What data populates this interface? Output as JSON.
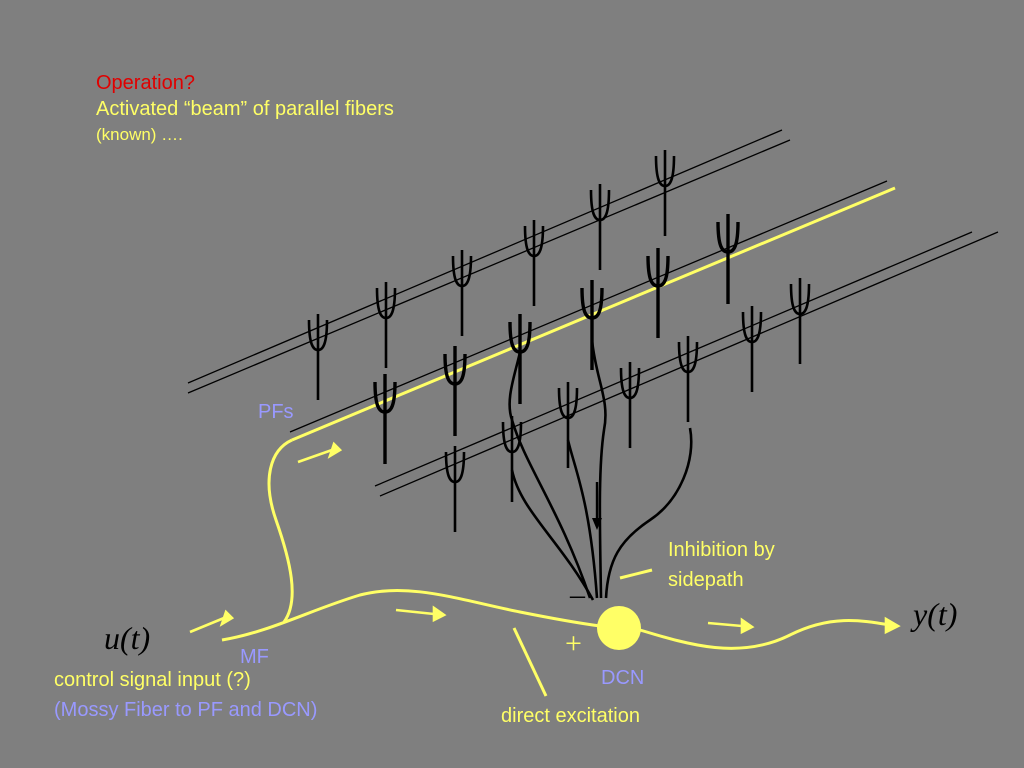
{
  "title": {
    "line1": "Operation?",
    "line2": "Activated “beam” of parallel fibers",
    "line3": "(known) …."
  },
  "labels": {
    "pfs": "PFs",
    "mf": "MF",
    "dcn": "DCN",
    "inhibition_line1": "Inhibition by",
    "inhibition_line2": "sidepath",
    "direct_excitation": "direct excitation",
    "control_line1": "control signal input (?)",
    "control_line2": "(Mossy Fiber to PF and DCN)"
  },
  "math": {
    "input": "u(t)",
    "output": "y(t)",
    "minus": "–",
    "plus": "+"
  },
  "colors": {
    "background": "#7f7f7f",
    "signal": "#ffff66",
    "title_red": "#e00000",
    "label_blue": "#9999ff",
    "neuron": "#000000"
  }
}
